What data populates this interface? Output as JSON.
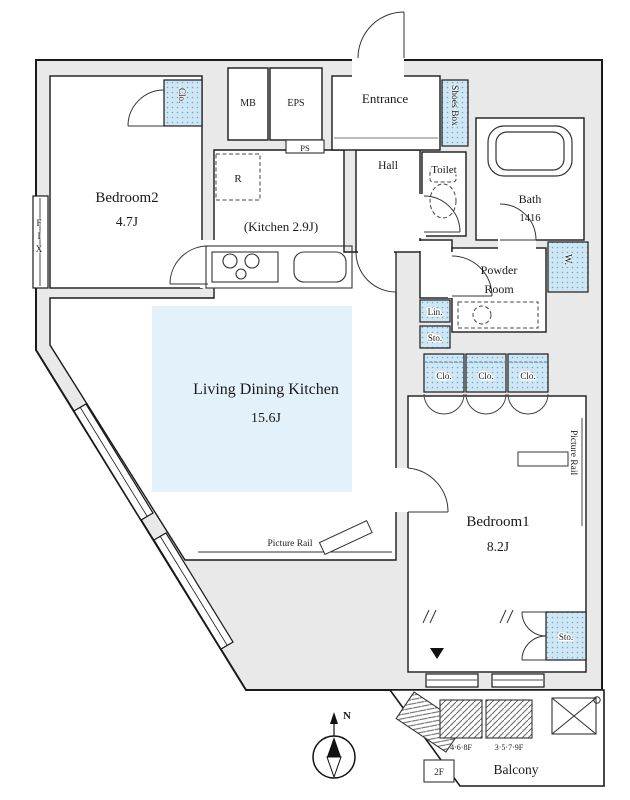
{
  "colors": {
    "wall_fill": "#e9e9e9",
    "outline": "#1a1a1a",
    "storage_fill": "#cfe7f4",
    "storage_dot": "#6fa9cc",
    "ldk_highlight": "#e3f1fa"
  },
  "rooms": {
    "bedroom2": {
      "name": "Bedroom2",
      "size": "4.7J"
    },
    "kitchen": {
      "name": "(Kitchen 2.9J)"
    },
    "ldk": {
      "name": "Living Dining Kitchen",
      "size": "15.6J"
    },
    "bedroom1": {
      "name": "Bedroom1",
      "size": "8.2J"
    },
    "entrance": {
      "name": "Entrance"
    },
    "hall": {
      "name": "Hall"
    },
    "toilet": {
      "name": "Toilet"
    },
    "bath": {
      "name": "Bath",
      "size": "1416"
    },
    "powder_room": {
      "line1": "Powder",
      "line2": "Room"
    },
    "balcony": {
      "name": "Balcony"
    }
  },
  "storage": {
    "closet_bedroom2": "Clo.",
    "shoes_box": "Shoes Box",
    "washer": "W.",
    "linen": "Lin.",
    "storage_hall": "Sto.",
    "closet_row": [
      "Clo.",
      "Clo.",
      "Clo."
    ],
    "storage_bedroom1": "Sto."
  },
  "labels": {
    "mb": "MB",
    "eps": "EPS",
    "ps": "PS",
    "fridge": "R",
    "fix_window": "FIX",
    "picture_rail_ldk": "Picture Rail",
    "picture_rail_bedroom1": "Picture Rail",
    "balcony_hatch_floors_a": "4·6·8F",
    "balcony_hatch_floors_b": "3·5·7·9F",
    "balcony_2f": "2F",
    "compass_north": "N"
  }
}
